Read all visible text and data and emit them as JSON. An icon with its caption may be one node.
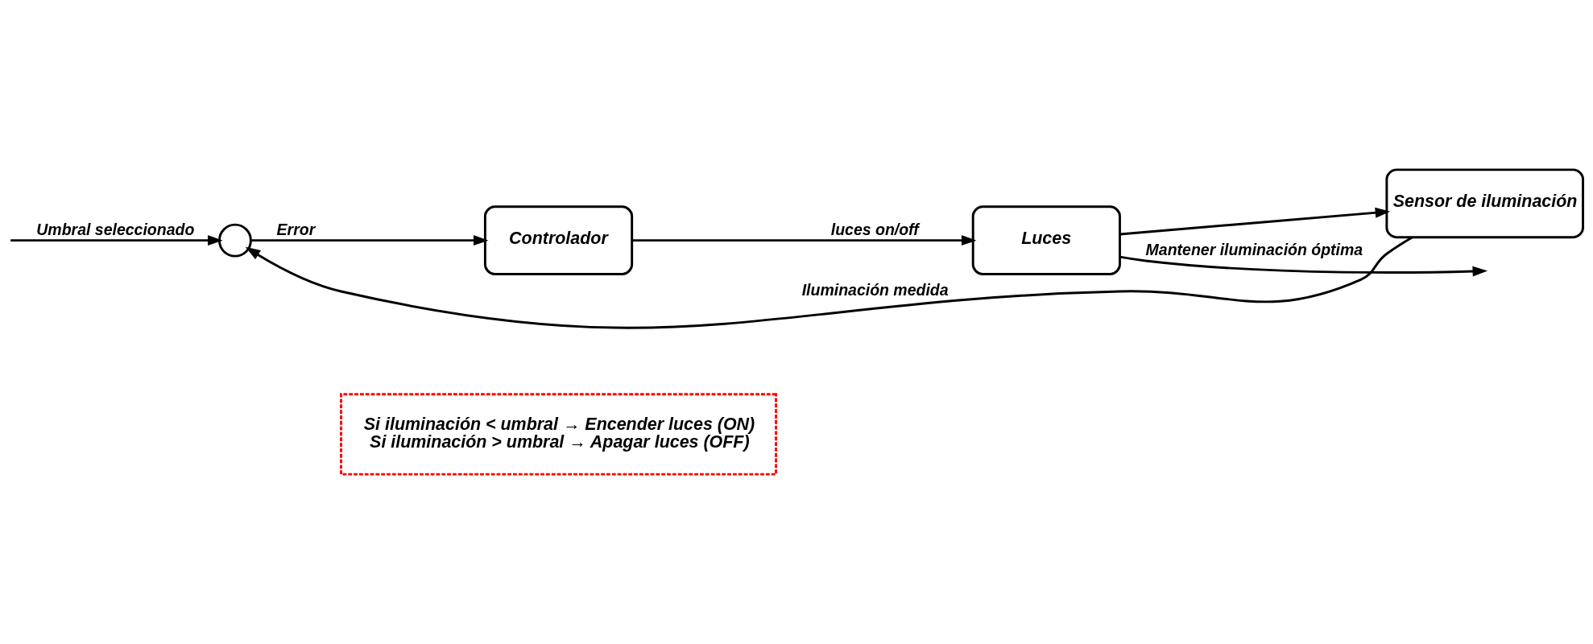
{
  "diagram": {
    "nodes": [
      {
        "text": [
          "Si iluminación < umbral → Encender luces (ON)",
          "Si iluminación > umbral → Apagar luces (OFF)"
        ]
      },
      {
        "text": [],
        "shape": "circle"
      },
      {
        "text": [
          "Controlador"
        ]
      },
      {
        "text": [
          "Luces"
        ]
      },
      {
        "text": [
          "Sensor de iluminación"
        ]
      }
    ],
    "edges": [
      {
        "from": null,
        "to": 1,
        "arrow": "to",
        "label": "Umbral seleccionado"
      },
      {
        "from": 1,
        "to": 2,
        "arrow": "to",
        "label": "Error"
      },
      {
        "from": 2,
        "to": 3,
        "arrow": "to",
        "label": "luces on/off"
      },
      {
        "from": 3,
        "to": null,
        "arrow": "to",
        "label": "Mantener iluminación óptima"
      },
      {
        "from": 3,
        "to": 4,
        "arrow": "to"
      },
      {
        "from": 4,
        "to": 1,
        "arrow": "to",
        "label": "Iluminación medida"
      }
    ]
  }
}
